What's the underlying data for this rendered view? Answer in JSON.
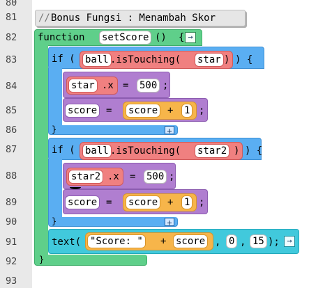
{
  "line_numbers": [
    "80",
    "81",
    "82",
    "83",
    "84",
    "85",
    "86",
    "87",
    "88",
    "89",
    "90",
    "91",
    "92",
    "93"
  ],
  "comment": {
    "slashes": "//",
    "text": "Bonus Fungsi : Menambah Skor"
  },
  "function_block": {
    "keyword": "function",
    "name": "setScore",
    "parens": "()",
    "brace": "{",
    "arrow": "→",
    "close": "}"
  },
  "if1": {
    "keyword": "if (",
    "object": "ball",
    "method": ".isTouching(",
    "arg": "star",
    "close_paren": ")",
    "tail": ") {",
    "close": "}",
    "add": "+"
  },
  "stmt1": {
    "target": "star",
    "prop": ".x",
    "op": "=",
    "value": "500",
    "semi": ";"
  },
  "stmt2": {
    "target": "score",
    "op": "=",
    "lhs": "score",
    "plus": "+",
    "rhs": "1",
    "semi": ";"
  },
  "if2": {
    "keyword": "if (",
    "object": "ball",
    "method": ".isTouching(",
    "arg": "star2",
    "close_paren": ")",
    "tail": ") {",
    "close": "}",
    "add": "+"
  },
  "stmt3": {
    "target": "star2",
    "prop": ".x",
    "op": "=",
    "value": "500",
    "semi": ";"
  },
  "stmt4": {
    "target": "score",
    "op": "=",
    "lhs": "score",
    "plus": "+",
    "rhs": "1",
    "semi": ";"
  },
  "text_call": {
    "fn": "text(",
    "str": "\"Score: \"",
    "plus": "+",
    "var": "score",
    "comma1": ",",
    "x": "0",
    "comma2": ",",
    "y": "15",
    "close": ");",
    "arrow": "→"
  },
  "colors": {
    "function": "#5fcf8a",
    "if": "#5aaef2",
    "statement": "#b07ed0",
    "object": "#f08080",
    "number": "#f7b54a",
    "call": "#41c9dc",
    "comment": "#e6e6e6"
  }
}
